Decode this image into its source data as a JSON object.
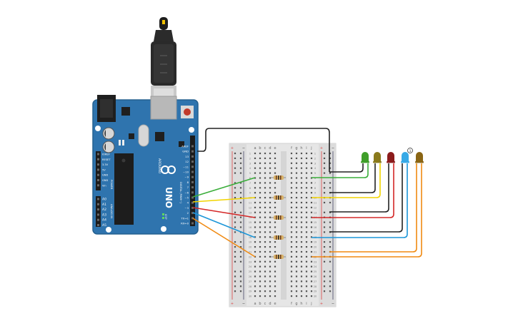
{
  "board": {
    "brand": "UNO",
    "subtitle": "ARDUINO",
    "reset_label": "RESET",
    "power_header_title": "POWER",
    "analog_header_title": "ANALOG IN",
    "digital_header_title": "DIGITAL (PWM~)",
    "icsp_label": "ICSP",
    "on_label": "ON",
    "tx_label": "TX",
    "rx_label": "RX",
    "l_label": "L",
    "power_pins": [
      "IOREF",
      "RESET",
      "3.3V",
      "5V",
      "GND",
      "GND",
      "Vin"
    ],
    "analog_pins": [
      "A0",
      "A1",
      "A2",
      "A3",
      "A4",
      "A5"
    ],
    "digital_pins": [
      "AREF",
      "GND",
      "13",
      "12",
      "~11",
      "~10",
      "~9",
      "8",
      "7",
      "~6",
      "~5",
      "4",
      "~3",
      "2",
      "TX→1",
      "RX←0"
    ]
  },
  "breadboard": {
    "col_letters_left": [
      "a",
      "b",
      "c",
      "d",
      "e"
    ],
    "col_letters_right": [
      "f",
      "g",
      "h",
      "i",
      "j"
    ],
    "rail_plus": "+",
    "rail_minus": "−",
    "row_numbers": [
      "1",
      "2",
      "3",
      "4",
      "5",
      "6",
      "7",
      "8",
      "9",
      "10",
      "11",
      "12",
      "13",
      "14",
      "15",
      "16",
      "17",
      "18",
      "19",
      "20",
      "21",
      "22",
      "23",
      "24",
      "25",
      "26",
      "27",
      "28",
      "29",
      "30"
    ]
  },
  "leds": [
    {
      "name": "led-green",
      "color": "#3f9e2a"
    },
    {
      "name": "led-olive",
      "color": "#8a7a1c"
    },
    {
      "name": "led-red",
      "color": "#8c1c1c"
    },
    {
      "name": "led-blue",
      "color": "#37a9e6"
    },
    {
      "name": "led-brown",
      "color": "#8a6514"
    }
  ],
  "badge": "1",
  "wire_colors": {
    "green": "#3aae3a",
    "yellow": "#f2d400",
    "red": "#d42828",
    "blue": "#1c96d8",
    "orange": "#f08a12",
    "black": "#222222"
  }
}
